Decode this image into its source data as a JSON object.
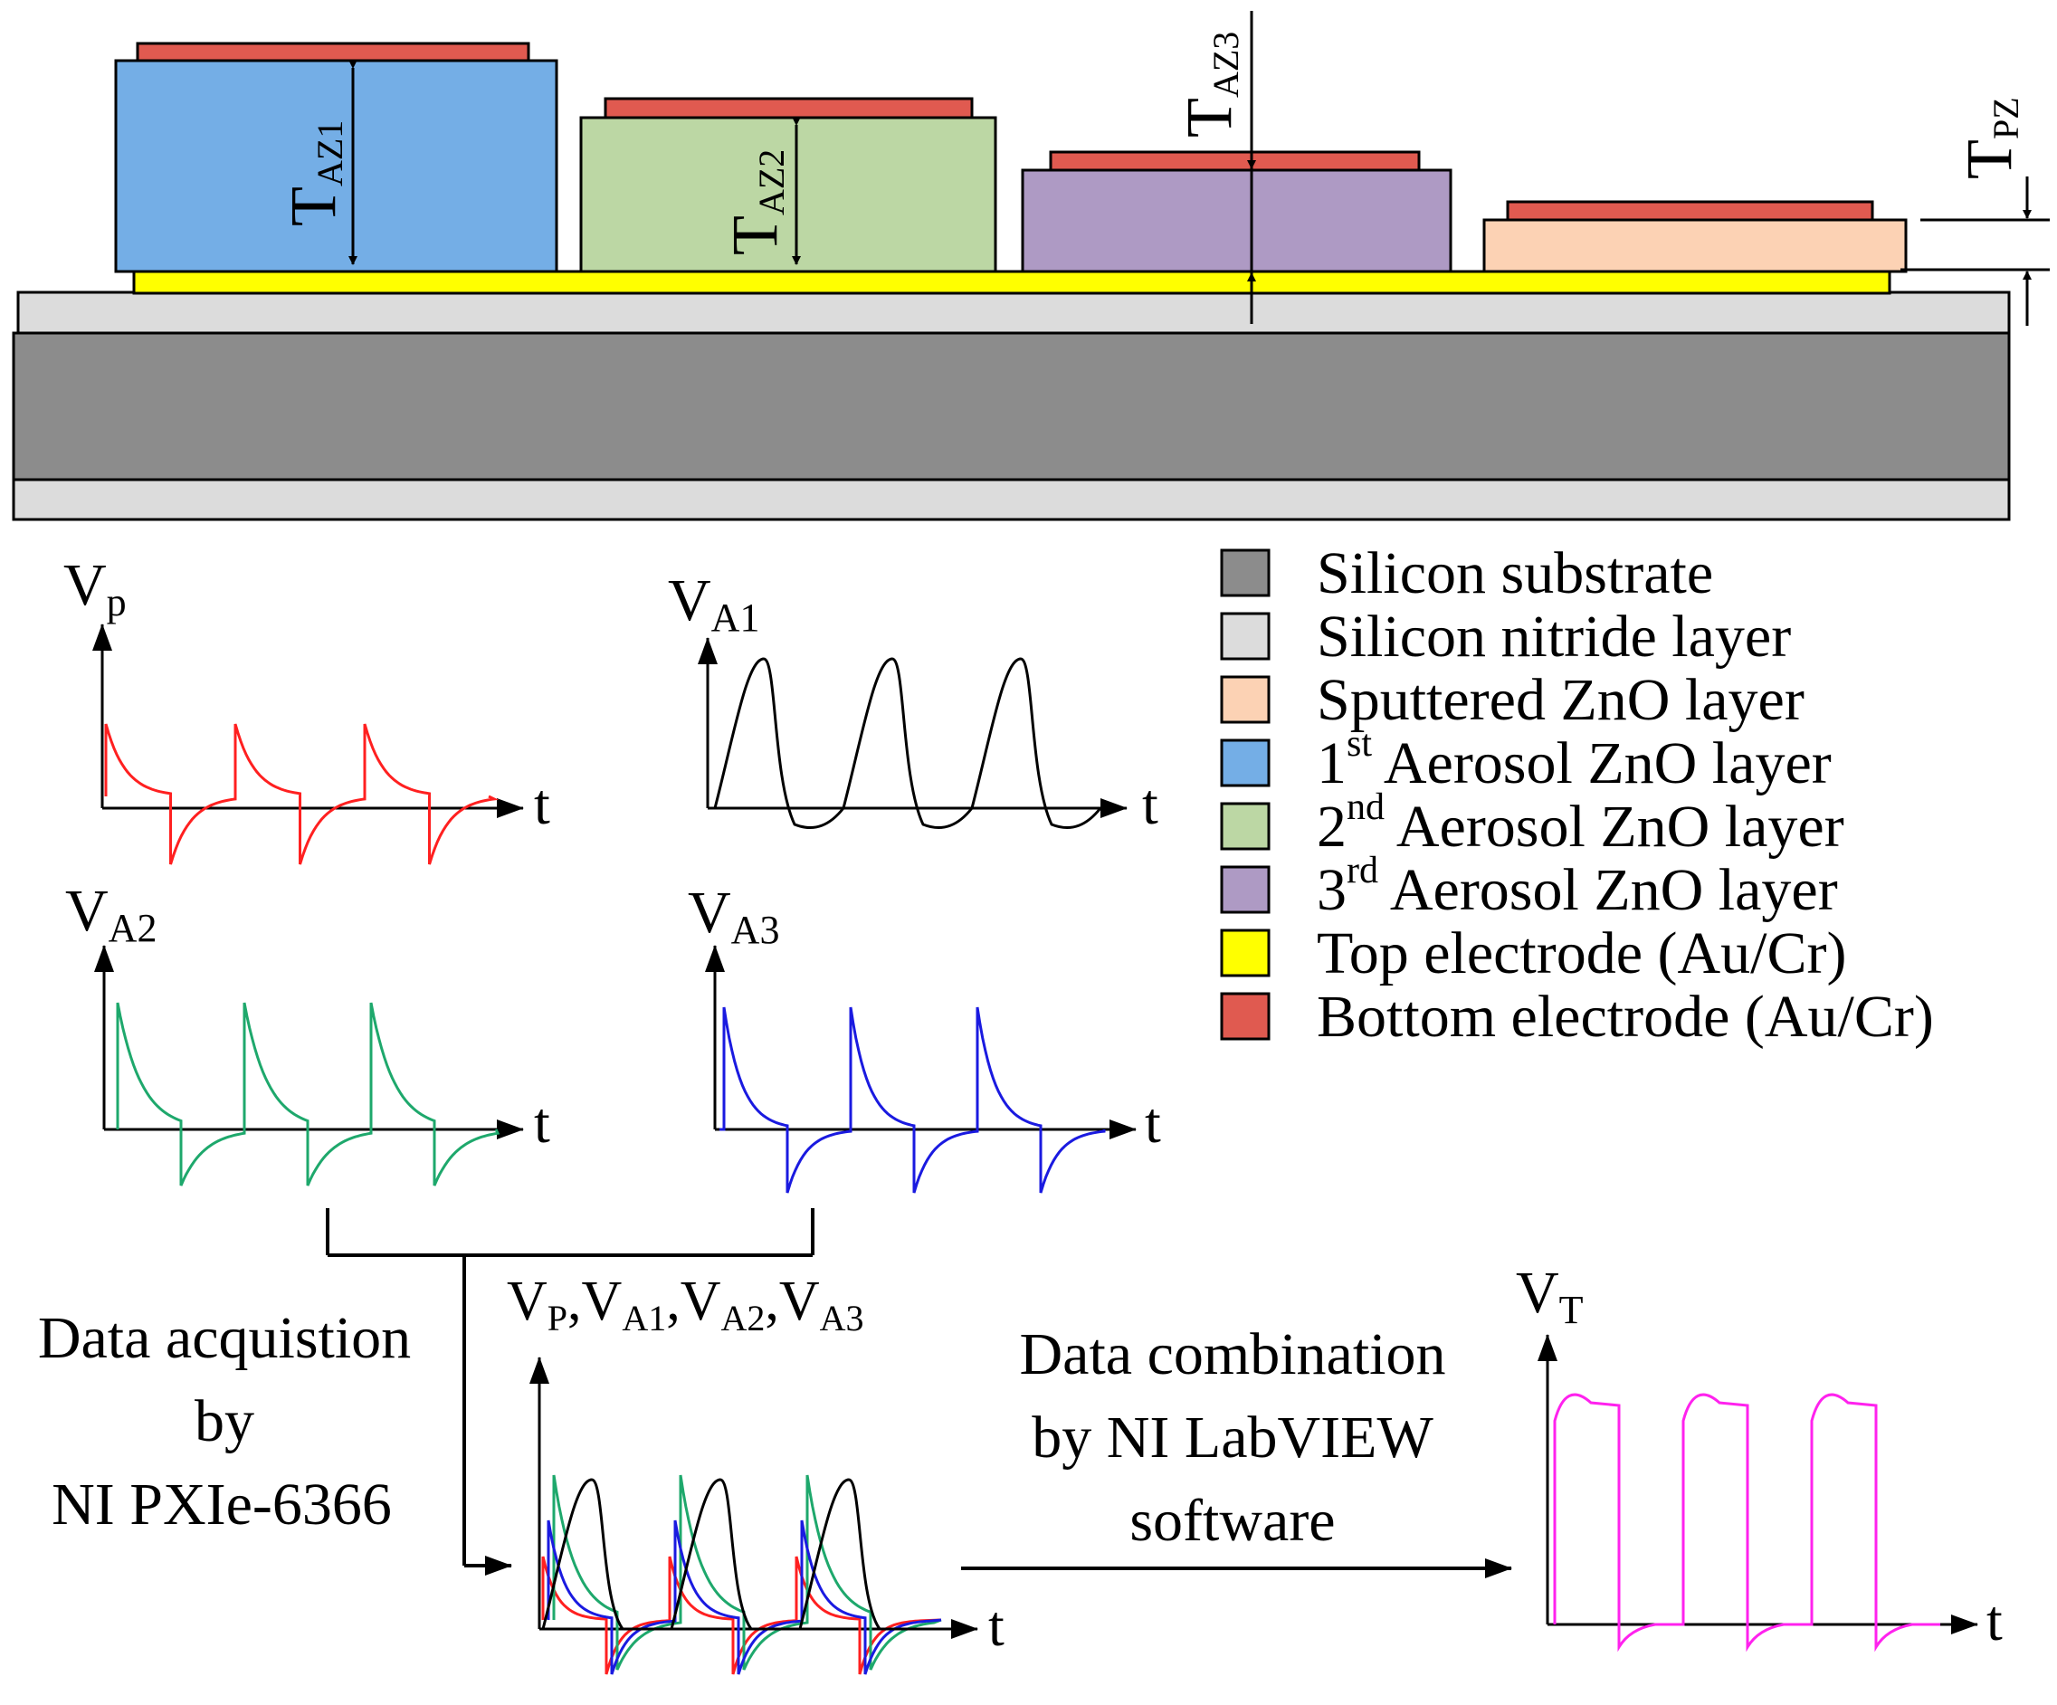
{
  "colors": {
    "substrate": "#8c8c8c",
    "nitride": "#dcdcdc",
    "sputtered_zno": "#fcd2b4",
    "aerosol1": "#74aee6",
    "aerosol2": "#bcd7a4",
    "aerosol3": "#ae9ac4",
    "top_electrode": "#ffff00",
    "bottom_electrode": "#e05a50",
    "vp_wave": "#ff2020",
    "va1_wave": "#000000",
    "va2_wave": "#1ea86c",
    "va3_wave": "#1a1ae0",
    "vt_wave": "#ff22ee"
  },
  "dimensions": {
    "taz1": {
      "main": "T",
      "sub": "AZ1"
    },
    "taz2": {
      "main": "T",
      "sub": "AZ2"
    },
    "taz3": {
      "main": "T",
      "sub": "AZ3"
    },
    "tpz": {
      "main": "T",
      "sub": "PZ"
    }
  },
  "legend": [
    {
      "key": "substrate",
      "text": "Silicon substrate",
      "sup": ""
    },
    {
      "key": "nitride",
      "text": "Silicon nitride layer",
      "sup": ""
    },
    {
      "key": "sputtered_zno",
      "text": "Sputtered ZnO layer",
      "sup": ""
    },
    {
      "key": "aerosol1",
      "prefix": "1",
      "sup": "st",
      "text": " Aerosol ZnO layer"
    },
    {
      "key": "aerosol2",
      "prefix": "2",
      "sup": "nd",
      "text": " Aerosol ZnO layer"
    },
    {
      "key": "aerosol3",
      "prefix": "3",
      "sup": "rd",
      "text": " Aerosol ZnO layer"
    },
    {
      "key": "top_electrode",
      "text": "Top electrode (Au/Cr)",
      "sup": ""
    },
    {
      "key": "bottom_electrode",
      "text": "Bottom electrode (Au/Cr)",
      "sup": ""
    }
  ],
  "plots": {
    "vp": {
      "ylabel": "V",
      "ysub": "p",
      "xlabel": "t"
    },
    "va1": {
      "ylabel": "V",
      "ysub": "A1",
      "xlabel": "t"
    },
    "va2": {
      "ylabel": "V",
      "ysub": "A2",
      "xlabel": "t"
    },
    "va3": {
      "ylabel": "V",
      "ysub": "A3",
      "xlabel": "t"
    },
    "combined": {
      "labels": [
        {
          "main": "V",
          "sub": "P"
        },
        {
          "main": ",V",
          "sub": "A1"
        },
        {
          "main": ",V",
          "sub": "A2"
        },
        {
          "main": ",V",
          "sub": "A3"
        }
      ],
      "xlabel": "t"
    },
    "vt": {
      "ylabel": "V",
      "ysub": "T",
      "xlabel": "t"
    }
  },
  "notes": {
    "acq_line1": "Data acquistion",
    "acq_line2": "by",
    "acq_line3": "NI PXIe-6366",
    "comb_line1": "Data combination",
    "comb_line2": "by NI LabVIEW",
    "comb_line3": "software"
  }
}
